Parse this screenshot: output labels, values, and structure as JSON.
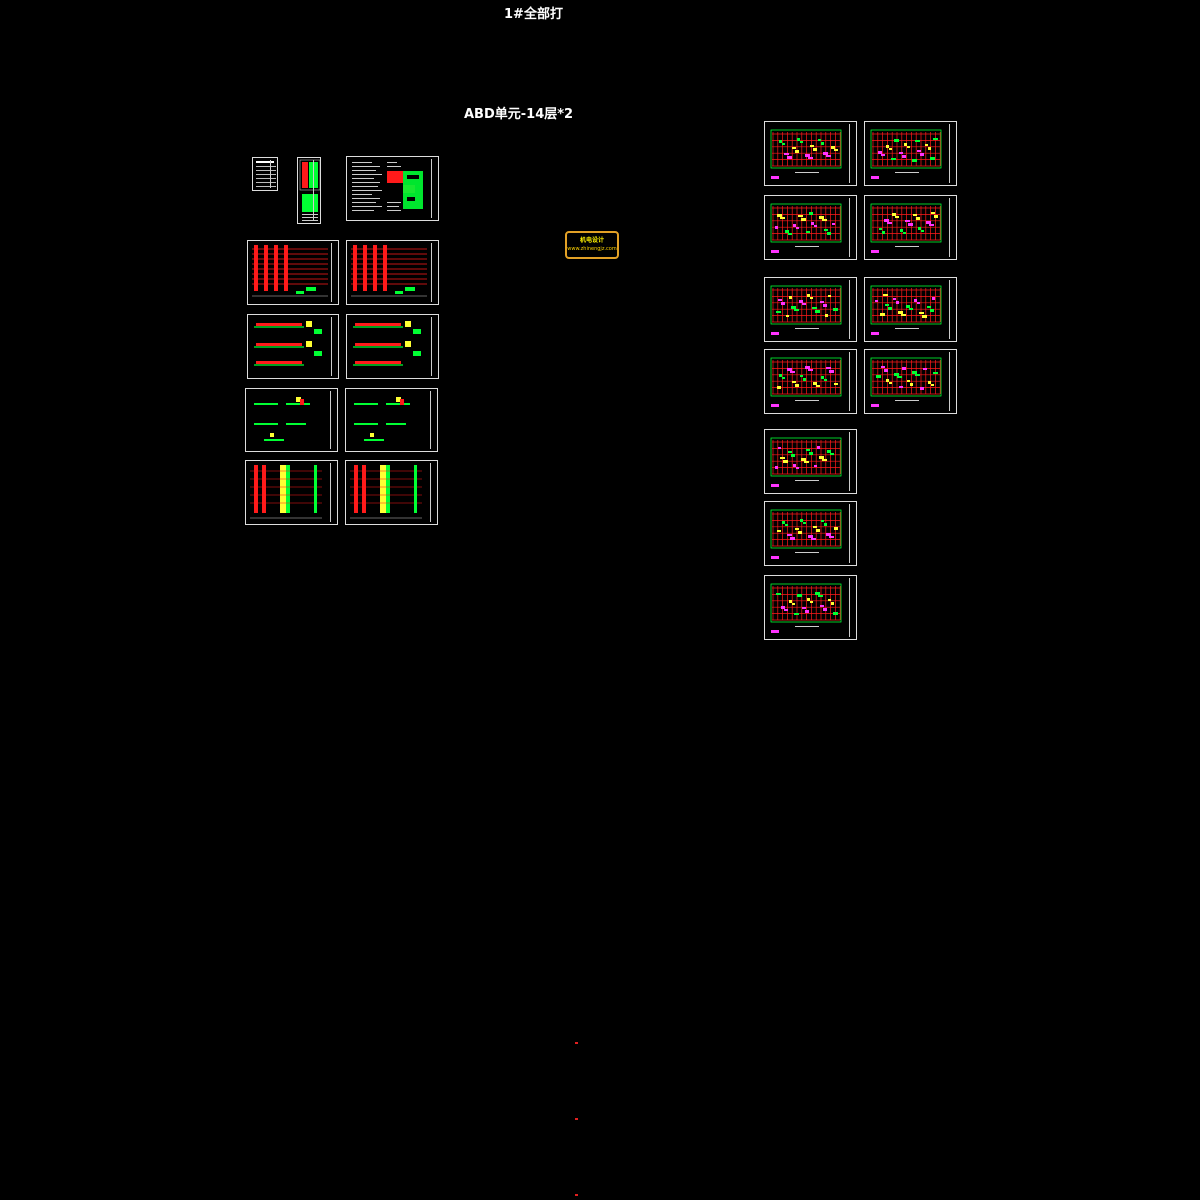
{
  "titles": {
    "top": "1#全部打",
    "mid": "ABD单元-14层*2"
  },
  "stamp": {
    "line1": "机电设计",
    "line2": "www.zhinengjz.com",
    "color": "#e3a126"
  },
  "colors": {
    "background": "#000000",
    "frame": "#dddddd",
    "red": "#ff1a1a",
    "green": "#00ff33",
    "magenta": "#ff33ff",
    "yellow": "#ffff33"
  },
  "left_group": {
    "sheets": [
      "cover",
      "drawing-index",
      "design-notes",
      "riser-diagram-1",
      "riser-diagram-2",
      "system-diagram-1",
      "system-diagram-2",
      "detail-diagram-1",
      "detail-diagram-2",
      "distribution-diagram-1",
      "distribution-diagram-2"
    ]
  },
  "right_group": {
    "sheets": [
      "floor-plan-1",
      "floor-plan-2",
      "floor-plan-3",
      "floor-plan-4",
      "floor-plan-5",
      "floor-plan-6",
      "floor-plan-7",
      "floor-plan-8",
      "floor-plan-9",
      "floor-plan-10",
      "floor-plan-11"
    ]
  }
}
